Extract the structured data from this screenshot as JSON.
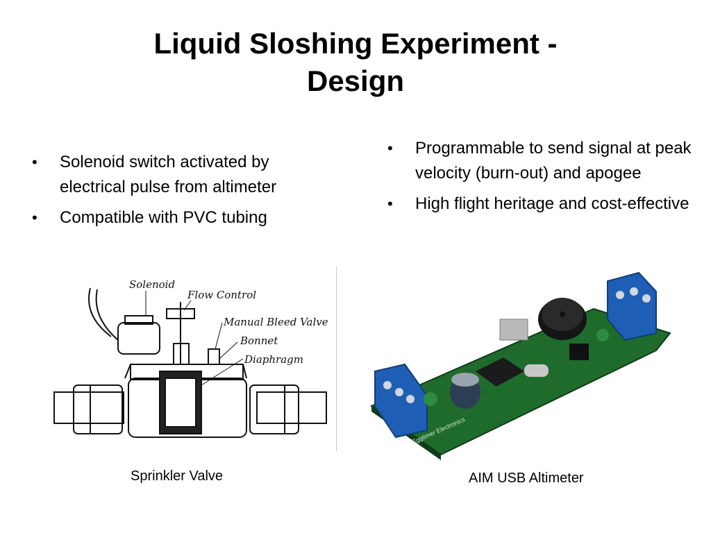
{
  "slide": {
    "title_line1": "Liquid Sloshing Experiment -",
    "title_line2": "Design",
    "left_bullets": [
      "Solenoid switch activated by electrical pulse from altimeter",
      "Compatible with PVC tubing"
    ],
    "right_bullets": [
      "Programmable to send signal at peak velocity (burn-out) and apogee",
      "High flight heritage and cost-effective"
    ],
    "bullet_symbol": "•",
    "valve_diagram_labels": {
      "solenoid": "Solenoid",
      "flow_control": "Flow Control",
      "manual_bleed_valve": "Manual Bleed Valve",
      "bonnet": "Bonnet",
      "diaphragm": "Diaphragm"
    },
    "altimeter_board_text": "Eggtimer Electronics",
    "caption_left": "Sprinkler Valve",
    "caption_right": "AIM USB Altimeter"
  }
}
